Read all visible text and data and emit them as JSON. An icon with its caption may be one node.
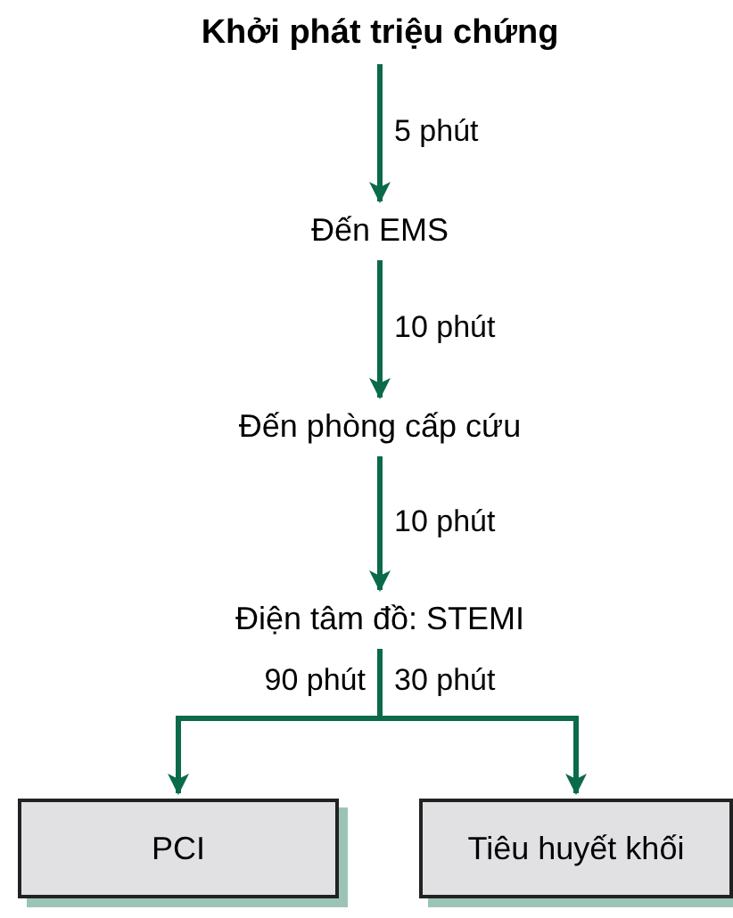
{
  "diagram": {
    "nodes": [
      {
        "text": [
          "Khởi phát triệu chứng"
        ]
      },
      {
        "text": [
          "Đến EMS"
        ]
      },
      {
        "text": [
          "Đến phòng cấp cứu"
        ]
      },
      {
        "text": [
          "Điện tâm đồ: STEMI"
        ]
      },
      {
        "text": [
          "PCI"
        ]
      },
      {
        "text": [
          "Tiêu huyết khối"
        ]
      }
    ],
    "edges": [
      {
        "from": 0,
        "to": 1,
        "arrow": "to",
        "label": "5 phút"
      },
      {
        "from": 1,
        "to": 2,
        "arrow": "to",
        "label": "10 phút"
      },
      {
        "from": 2,
        "to": 3,
        "arrow": "to",
        "label": "10 phút"
      },
      {
        "from": 3,
        "to": 4,
        "arrow": "to",
        "label": "90 phút"
      },
      {
        "from": 3,
        "to": 5,
        "arrow": "to",
        "label": "30 phút"
      }
    ]
  }
}
